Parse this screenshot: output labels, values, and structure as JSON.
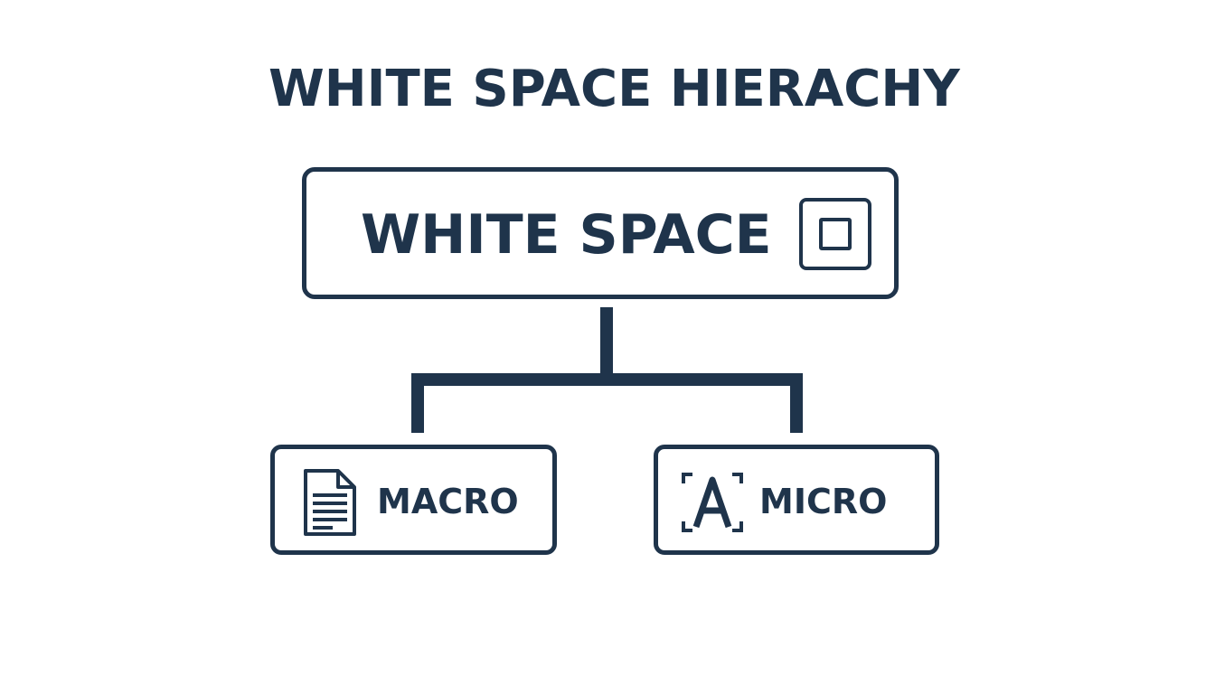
{
  "title": "WHITE SPACE HIERACHY",
  "root": {
    "label": "WHITE SPACE",
    "icon": "square-icon"
  },
  "children": [
    {
      "label": "MACRO",
      "icon": "document-icon"
    },
    {
      "label": "MICRO",
      "icon": "letter-a-bracket-icon"
    }
  ],
  "colors": {
    "ink": "#1f344b",
    "background": "#ffffff"
  }
}
